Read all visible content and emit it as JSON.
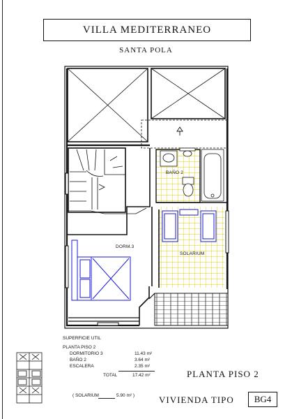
{
  "header": {
    "title": "VILLA MEDITERRANEO",
    "subtitle": "SANTA POLA"
  },
  "rooms": {
    "bano": "BAÑO 2",
    "dorm": "DORM.3",
    "solarium": "SOLARIUM"
  },
  "summary": {
    "heading": "SUPERFICIE UTIL",
    "floor": "PLANTA PISO 2",
    "rows": [
      {
        "name": "DORMITORIO 3",
        "value": "11.43 m²"
      },
      {
        "name": "BAÑO 2",
        "value": "3.64 m²"
      },
      {
        "name": "ESCALERA",
        "value": "2.35 m²"
      }
    ],
    "total_label": "TOTAL",
    "total_value": "17.42 m²",
    "solarium_label": "( SOLARIUM",
    "solarium_value": "5.90 m² )"
  },
  "footer": {
    "planta": "PLANTA PISO 2",
    "vivienda": "VIVIENDA TIPO",
    "tipo": "BG4"
  },
  "colors": {
    "bed": "#1a1ad0",
    "tile": "#e8d800",
    "line": "#111111"
  }
}
